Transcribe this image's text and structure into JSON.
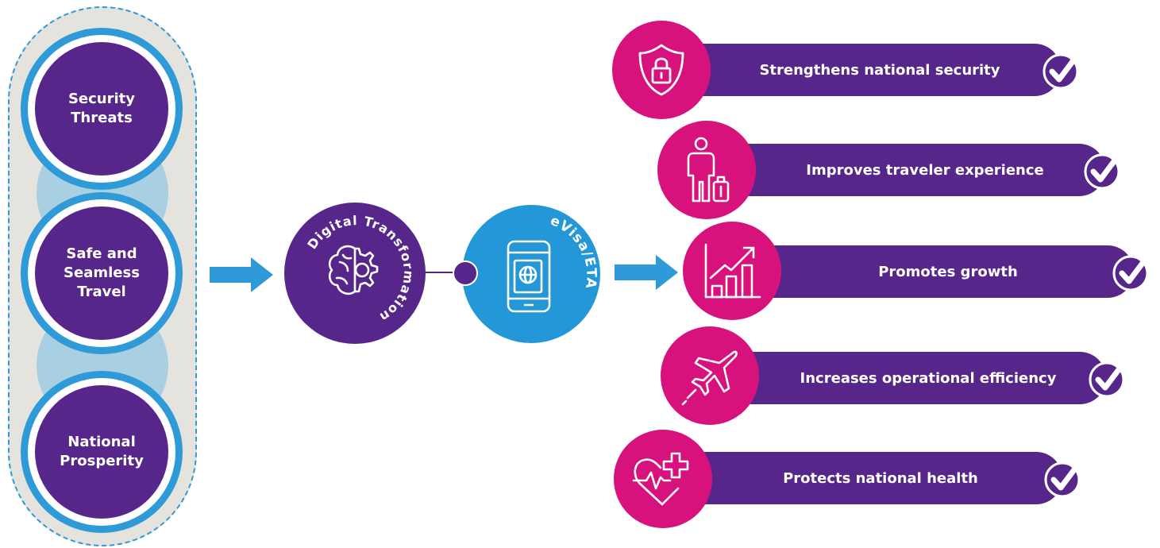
{
  "left_column": {
    "challenges": [
      {
        "label": "Security\nThreats"
      },
      {
        "label": "Safe and\nSeamless\nTravel"
      },
      {
        "label": "National\nProsperity"
      }
    ]
  },
  "middle": {
    "digital_transformation_label": "Digital Transformation",
    "evisa_label": "eVisa/ETA",
    "icons": {
      "digital": "brain-gear-icon",
      "evisa": "passport-phone-icon"
    }
  },
  "benefits": [
    {
      "label": "Strengthens national security",
      "icon": "shield-lock-icon"
    },
    {
      "label": "Improves traveler experience",
      "icon": "traveler-luggage-icon"
    },
    {
      "label": "Promotes growth",
      "icon": "growth-chart-icon"
    },
    {
      "label": "Increases operational efficiency",
      "icon": "airplane-icon"
    },
    {
      "label": "Protects national health",
      "icon": "heart-health-icon"
    }
  ],
  "colors": {
    "purple": "#56268a",
    "magenta": "#d8127c",
    "blue": "#2e9ad8",
    "light_blue": "#a9cfe3",
    "pill_gray": "#e4e3dd"
  }
}
